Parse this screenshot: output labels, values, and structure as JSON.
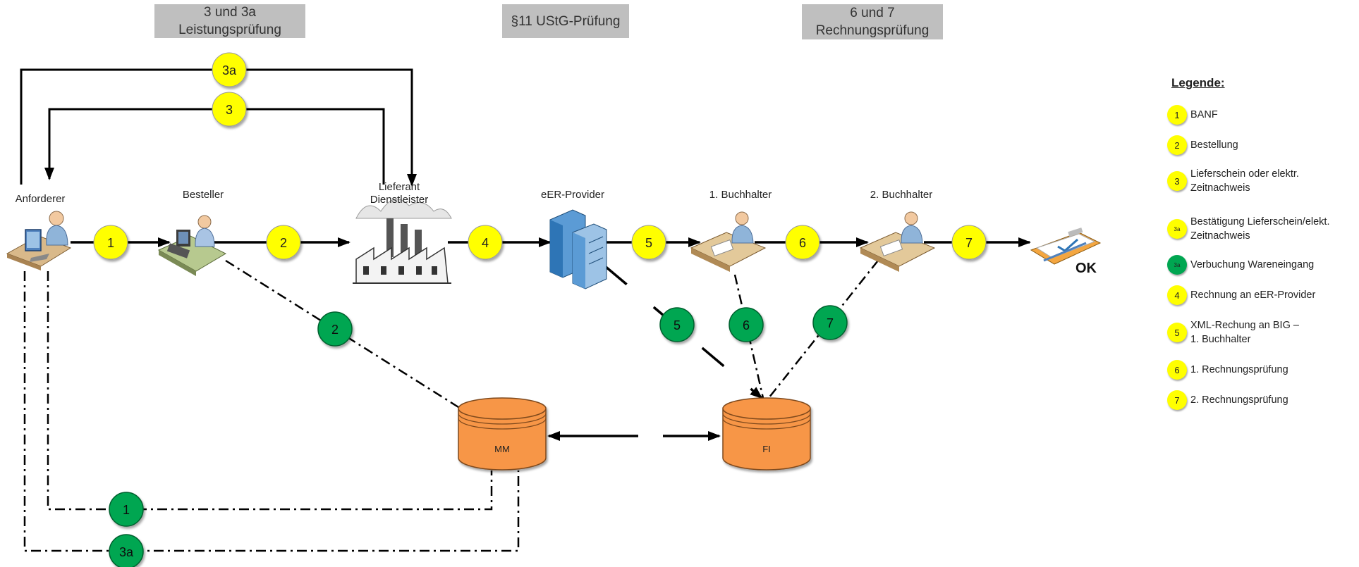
{
  "headers": {
    "leistung": {
      "line1": "3 und 3a",
      "line2": "Leistungsprüfung"
    },
    "ustg": {
      "line1": "§11 UStG-Prüfung"
    },
    "rechnung": {
      "line1": "6 und 7",
      "line2": "Rechnungsprüfung"
    }
  },
  "actors": {
    "anforderer": "Anforderer",
    "besteller": "Besteller",
    "lieferant_line1": "Lieferant",
    "lieferant_line2": "Dienstleister",
    "provider": "eER-Provider",
    "buchhalter1": "1. Buchhalter",
    "buchhalter2": "2. Buchhalter",
    "ok": "OK"
  },
  "databases": {
    "mm": "MM",
    "fi": "FI"
  },
  "steps": {
    "y1": "1",
    "y2": "2",
    "y3": "3",
    "y3a": "3a",
    "y4": "4",
    "y5": "5",
    "y6": "6",
    "y7": "7",
    "g1": "1",
    "g2": "2",
    "g3a": "3a",
    "g5": "5",
    "g6": "6",
    "g7": "7"
  },
  "legend": {
    "title": "Legende:",
    "items": [
      {
        "badge": "1",
        "color": "yellow",
        "line1": "BANF",
        "line2": ""
      },
      {
        "badge": "2",
        "color": "yellow",
        "line1": "Bestellung",
        "line2": ""
      },
      {
        "badge": "3",
        "color": "yellow",
        "line1": "Lieferschein oder elektr.",
        "line2": "Zeitnachweis"
      },
      {
        "badge": "3a",
        "color": "yellow",
        "line1": "Bestätigung Lieferschein/elekt.",
        "line2": "Zeitnachweis"
      },
      {
        "badge": "3a",
        "color": "green",
        "line1": "Verbuchung Wareneingang",
        "line2": ""
      },
      {
        "badge": "4",
        "color": "yellow",
        "line1": "Rechnung an eER-Provider",
        "line2": ""
      },
      {
        "badge": "5",
        "color": "yellow",
        "line1": "XML-Rechung an BIG –",
        "line2": "1. Buchhalter"
      },
      {
        "badge": "6",
        "color": "yellow",
        "line1": "1. Rechnungsprüfung",
        "line2": ""
      },
      {
        "badge": "7",
        "color": "yellow",
        "line1": "2. Rechnungsprüfung",
        "line2": ""
      }
    ]
  },
  "colors": {
    "yellow": "#ffff00",
    "green": "#00a651",
    "db_fill": "#f79646",
    "header_bg": "#bfbfbf",
    "line": "#000000"
  }
}
